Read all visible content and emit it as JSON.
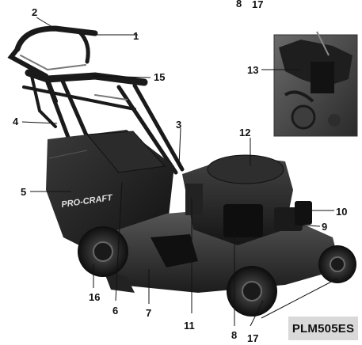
{
  "model": "PLM505ES",
  "brand": "PRO-CRAFT",
  "labels": {
    "l1": "1",
    "l2": "2",
    "l3": "3",
    "l4": "4",
    "l5": "5",
    "l6": "6",
    "l7": "7",
    "l8": "8",
    "l9": "9",
    "l10": "10",
    "l11": "11",
    "l12": "12",
    "l13": "13",
    "l15": "15",
    "l16": "16",
    "l17": "17",
    "top8": "8",
    "top17": "17"
  }
}
